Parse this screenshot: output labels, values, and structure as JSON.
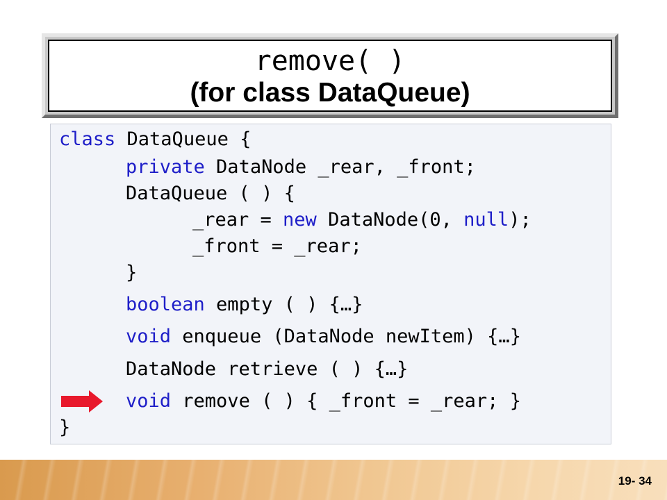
{
  "title": {
    "line1": "remove( )",
    "line2": "(for class DataQueue)"
  },
  "code": [
    [
      {
        "t": "class",
        "k": true
      },
      {
        "t": " DataQueue {"
      }
    ],
    [
      {
        "t": "private",
        "k": true
      },
      {
        "t": " DataNode _rear, _front;"
      }
    ],
    [
      {
        "t": "DataQueue ( ) {"
      }
    ],
    [
      {
        "t": "_rear = "
      },
      {
        "t": "new",
        "k": true
      },
      {
        "t": " DataNode(0, "
      },
      {
        "t": "null",
        "k": true
      },
      {
        "t": ");"
      }
    ],
    [
      {
        "t": "_front = _rear;"
      }
    ],
    [
      {
        "t": "}"
      }
    ],
    [
      {
        "t": "boolean",
        "k": true
      },
      {
        "t": " empty ( ) {…}"
      }
    ],
    [
      {
        "t": "void",
        "k": true
      },
      {
        "t": " enqueue (DataNode newItem) {…}"
      }
    ],
    [
      {
        "t": "DataNode retrieve ( ) {…}"
      }
    ],
    [
      {
        "t": "void",
        "k": true
      },
      {
        "t": " remove ( ) { _front = _rear; }"
      }
    ],
    [
      {
        "t": "}"
      }
    ]
  ],
  "arrow_icon": "right-arrow-icon",
  "colors": {
    "keyword": "#1e1ec8",
    "arrow": "#e8192c",
    "code_background": "#f2f4f9"
  },
  "footer": {
    "page_number": "19- 34"
  }
}
